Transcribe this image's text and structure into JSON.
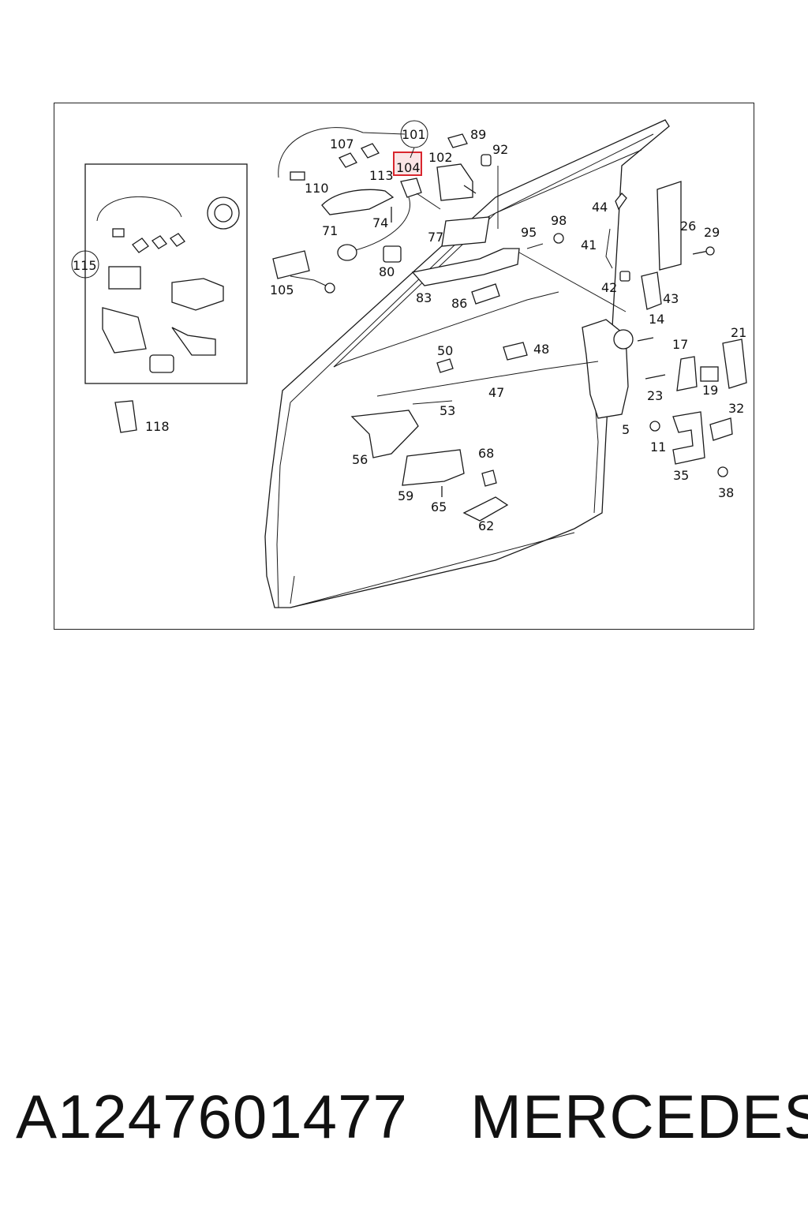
{
  "diagram": {
    "highlighted_part": "104",
    "highlight_color": "#d9262e",
    "labels": [
      "101",
      "107",
      "89",
      "92",
      "102",
      "104",
      "113",
      "110",
      "71",
      "74",
      "80",
      "77",
      "95",
      "98",
      "44",
      "41",
      "26",
      "29",
      "42",
      "43",
      "105",
      "83",
      "86",
      "14",
      "115",
      "50",
      "48",
      "47",
      "21",
      "17",
      "23",
      "19",
      "53",
      "5",
      "32",
      "11",
      "56",
      "68",
      "59",
      "65",
      "35",
      "38",
      "62",
      "118"
    ]
  },
  "footer": {
    "part_number": "A1247601477",
    "brand": "MERCEDES"
  }
}
